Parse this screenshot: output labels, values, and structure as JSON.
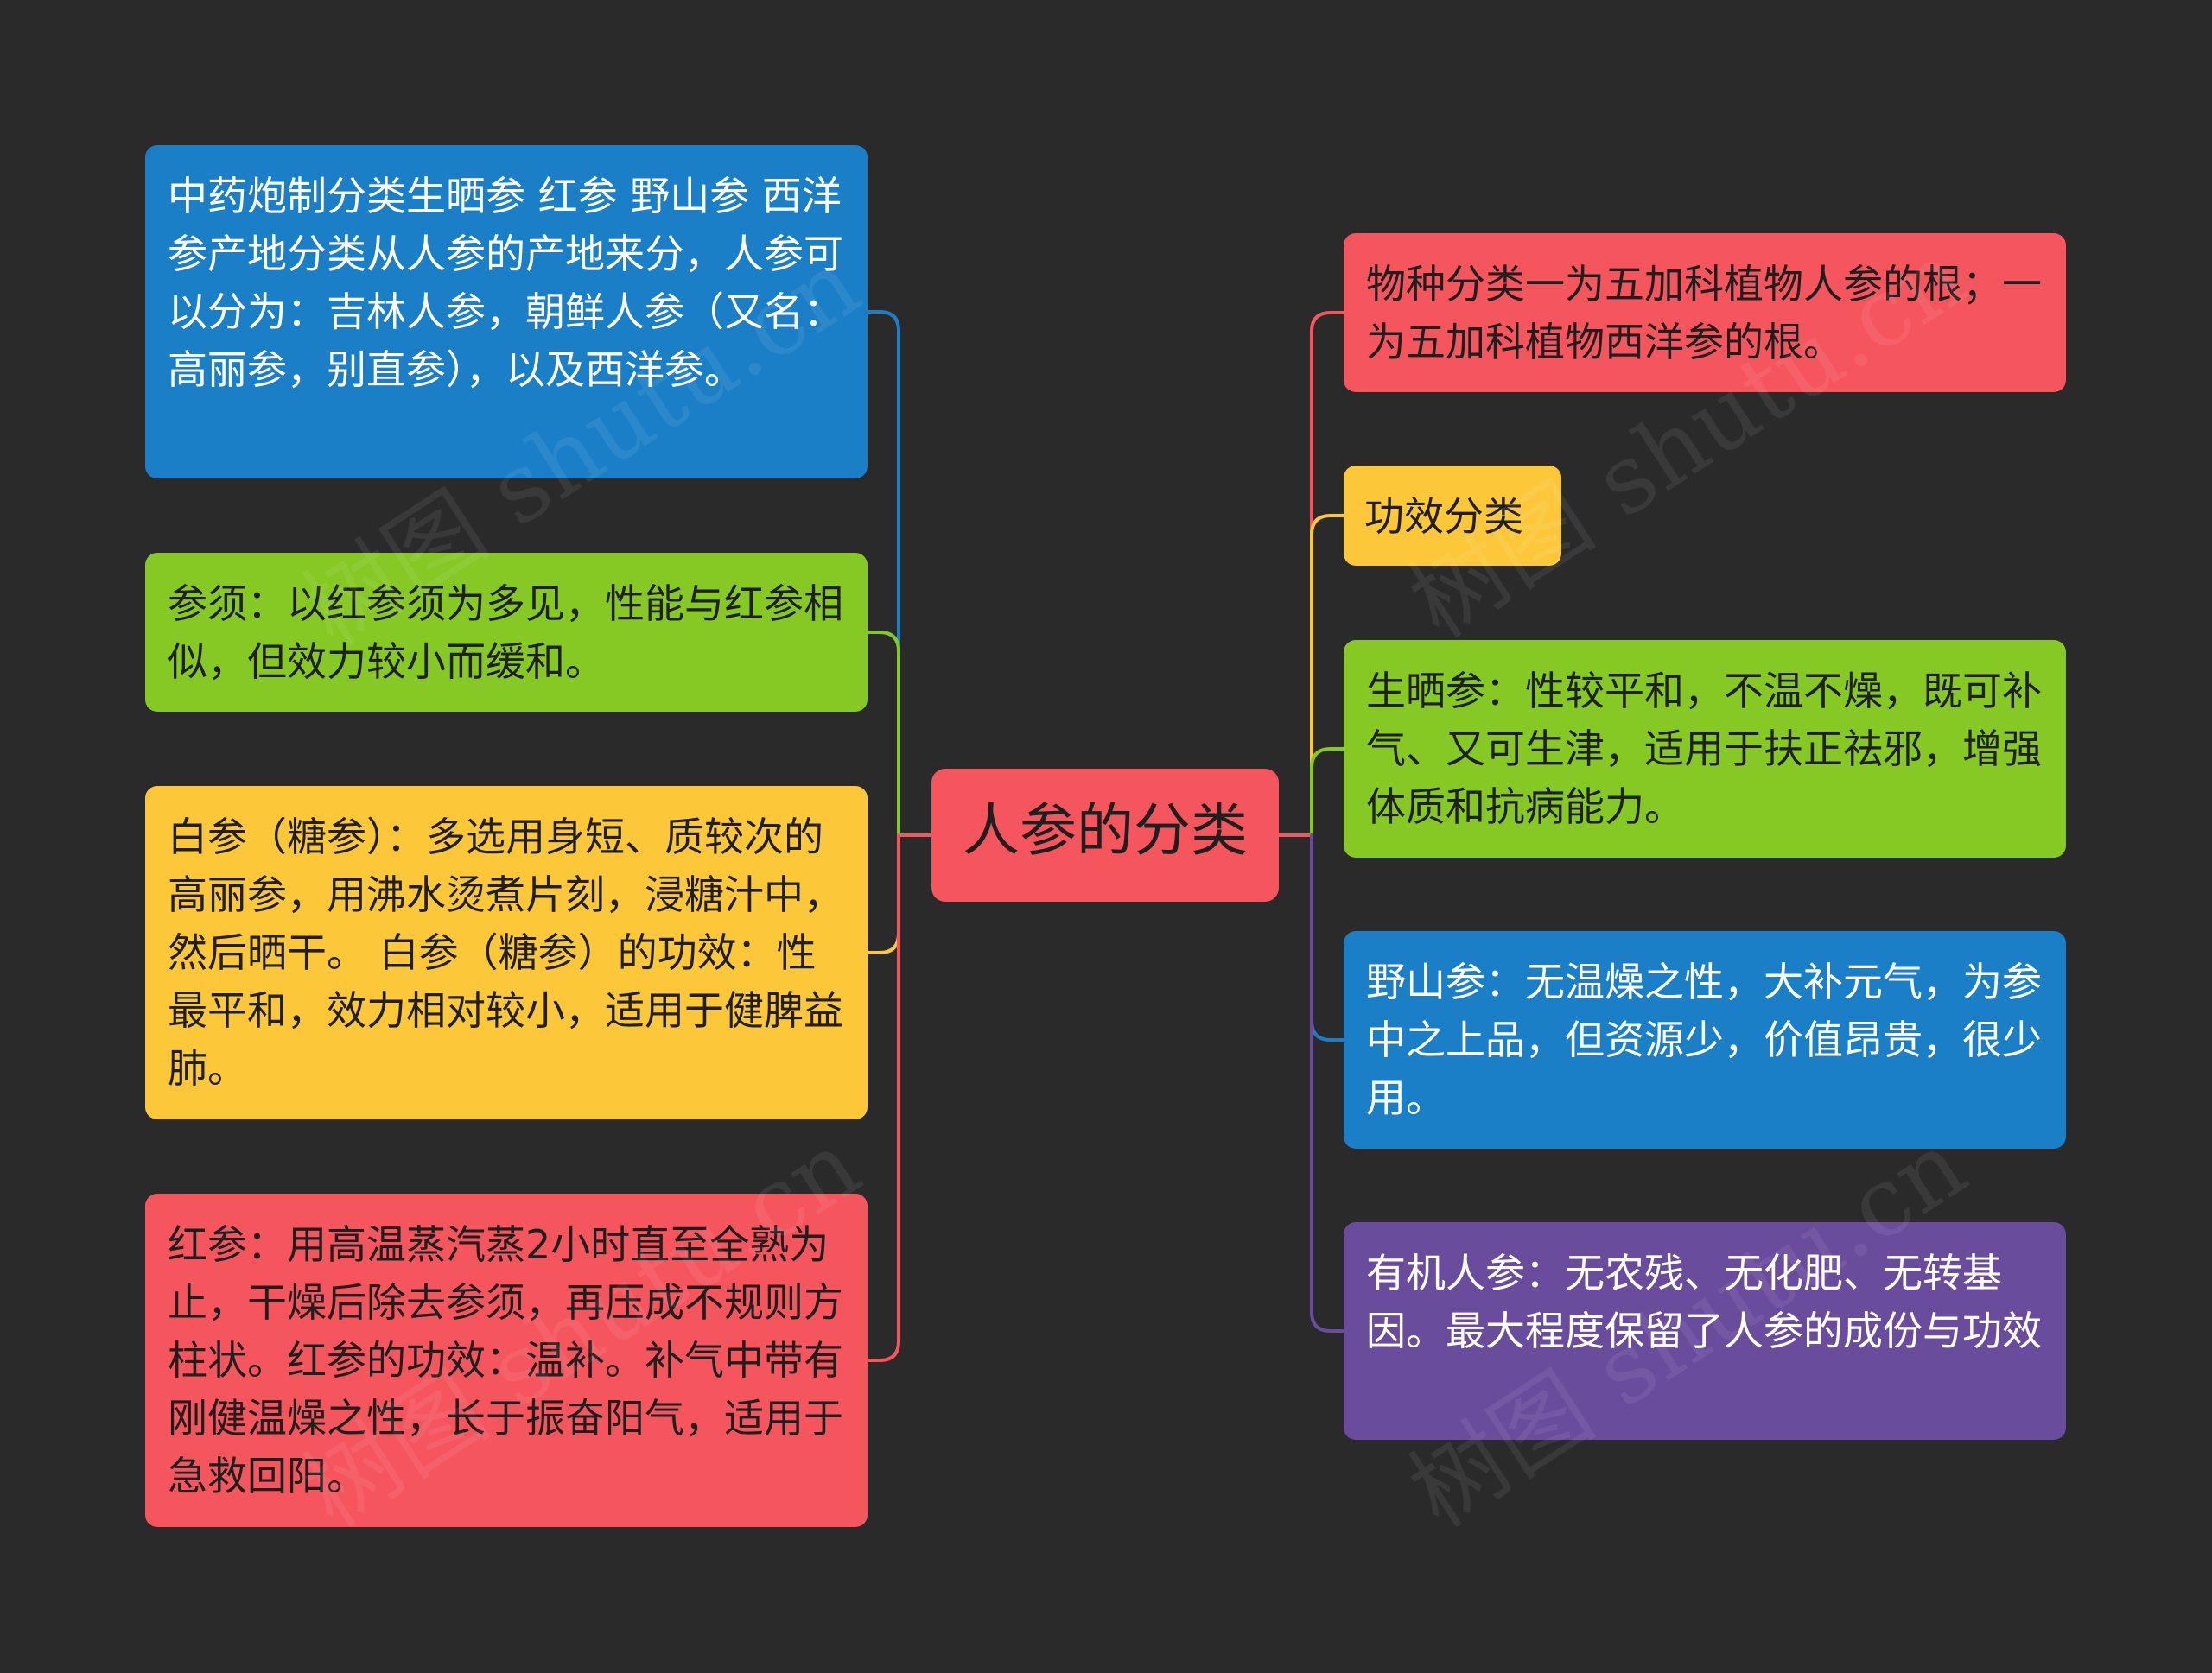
{
  "center": {
    "label": "人参的分类",
    "color": "#f5565e"
  },
  "left_nodes": [
    {
      "label": "中药炮制分类生晒参 红参 野山参 西洋参产地分类从人参的产地来分，人参可以分为：吉林人参，朝鲜人参（又名：高丽参，别直参），以及西洋参。",
      "color": "#1a7fc7",
      "text_color": "#ffffff"
    },
    {
      "label": "参须：以红参须为多见，性能与红参相似，但效力较小而缓和。",
      "color": "#86c924",
      "text_color": "#1f1f1f"
    },
    {
      "label": "白参（糖参）：多选用身短、质较次的高丽参，用沸水烫煮片刻，浸糖汁中，然后晒干。 白参（糖参）的功效：性最平和，效力相对较小，适用于健脾益肺。",
      "color": "#fcc83a",
      "text_color": "#1f1f1f"
    },
    {
      "label": "红参：用高温蒸汽蒸2小时直至全熟为止，干燥后除去参须，再压成不规则方柱状。红参的功效：温补。补气中带有刚健温燥之性，长于振奋阳气，适用于急救回阳。",
      "color": "#f5565e",
      "text_color": "#1f1f1f"
    }
  ],
  "right_nodes": [
    {
      "label": "物种分类一为五加科植物人参的根；一为五加科植物西洋参的根。",
      "color": "#f5565e",
      "text_color": "#1f1f1f"
    },
    {
      "label": "功效分类",
      "color": "#fcc83a",
      "text_color": "#1f1f1f"
    },
    {
      "label": "生晒参：性较平和，不温不燥，既可补气、又可生津，适用于扶正祛邪，增强体质和抗病能力。",
      "color": "#86c924",
      "text_color": "#1f1f1f"
    },
    {
      "label": "野山参：无温燥之性，大补元气，为参中之上品，但资源少，价值昂贵，很少用。",
      "color": "#1a7fc7",
      "text_color": "#ffffff"
    },
    {
      "label": "有机人参：无农残、无化肥、无转基因。最大程度保留了人参的成份与功效",
      "color": "#6a4c9c",
      "text_color": "#ffffff"
    }
  ],
  "watermark": "树图 shutu.cn"
}
